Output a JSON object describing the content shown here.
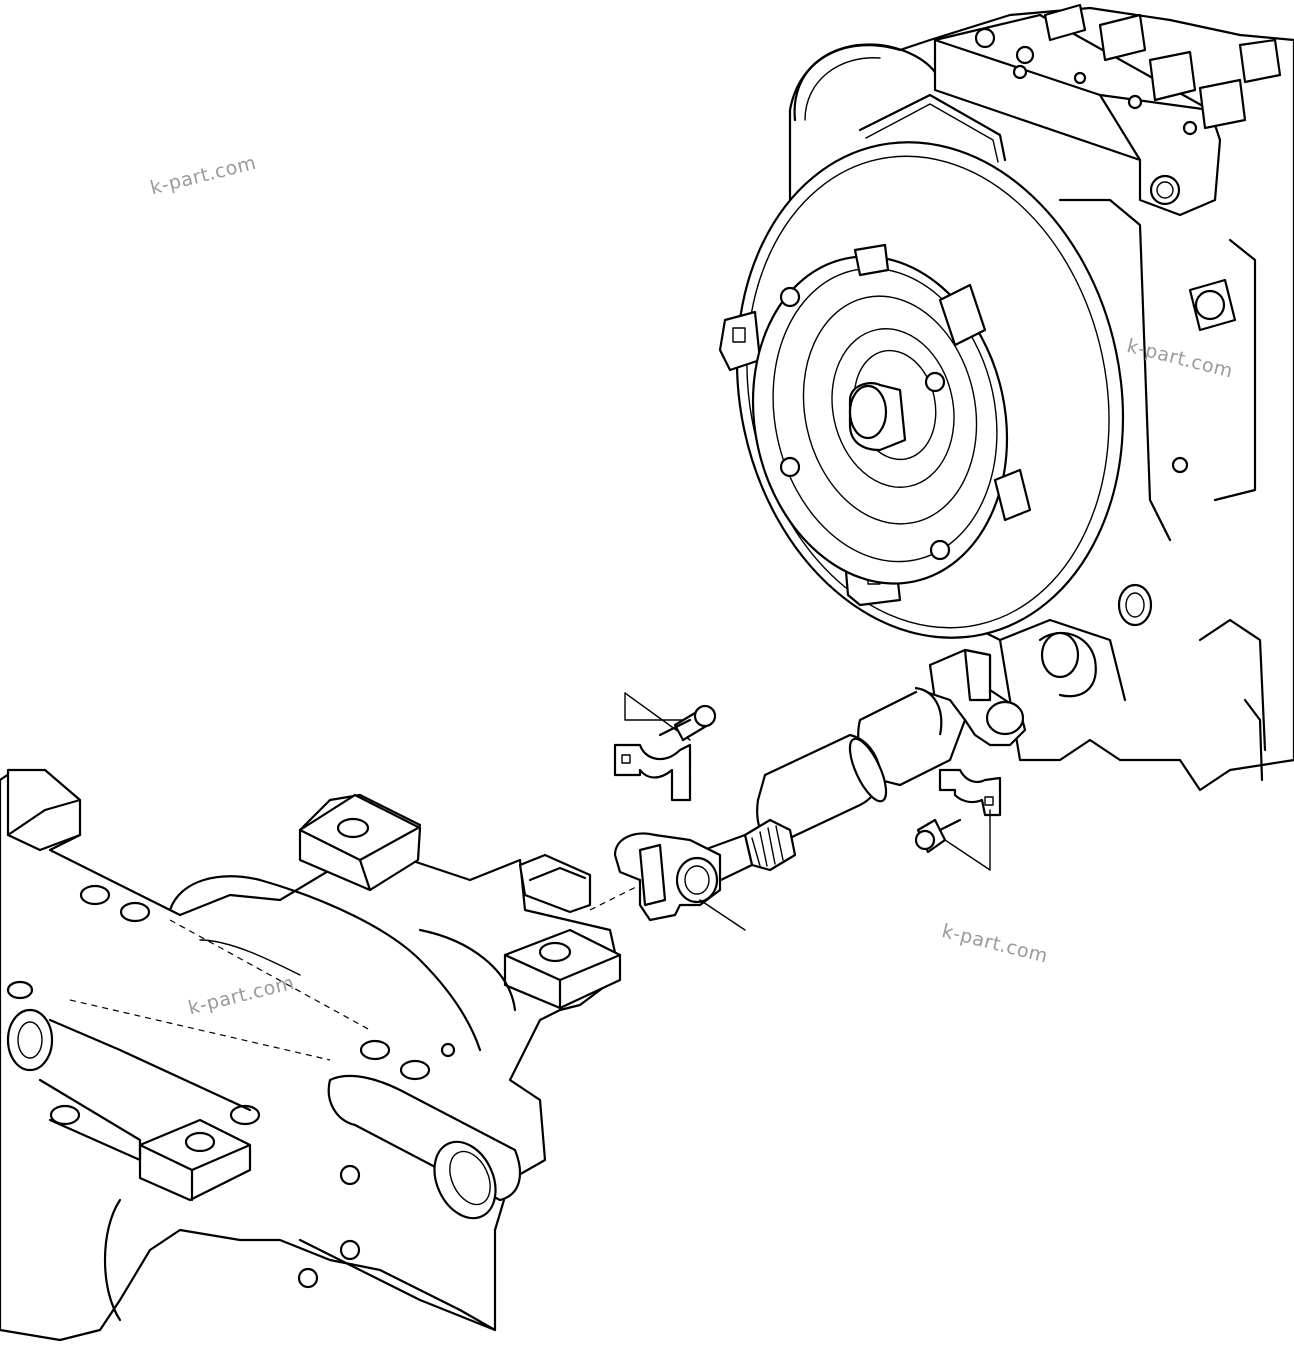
{
  "diagram": {
    "components": [
      {
        "id": "transmission",
        "icon": "transmission-housing-icon"
      },
      {
        "id": "drive-shaft",
        "icon": "cardan-shaft-icon"
      },
      {
        "id": "bracket-upper",
        "icon": "u-bracket-icon"
      },
      {
        "id": "bracket-lower",
        "icon": "u-bracket-icon"
      },
      {
        "id": "bolt-upper",
        "icon": "bolt-icon"
      },
      {
        "id": "bolt-lower",
        "icon": "bolt-icon"
      },
      {
        "id": "axle",
        "icon": "axle-housing-icon"
      }
    ]
  },
  "watermarks": [
    {
      "text": "k-part.com"
    },
    {
      "text": "k-part.com"
    },
    {
      "text": "k-part.com"
    },
    {
      "text": "k-part.com"
    }
  ],
  "colors": {
    "line": "#000000",
    "background": "#ffffff",
    "watermark": "#9a9a9a"
  }
}
